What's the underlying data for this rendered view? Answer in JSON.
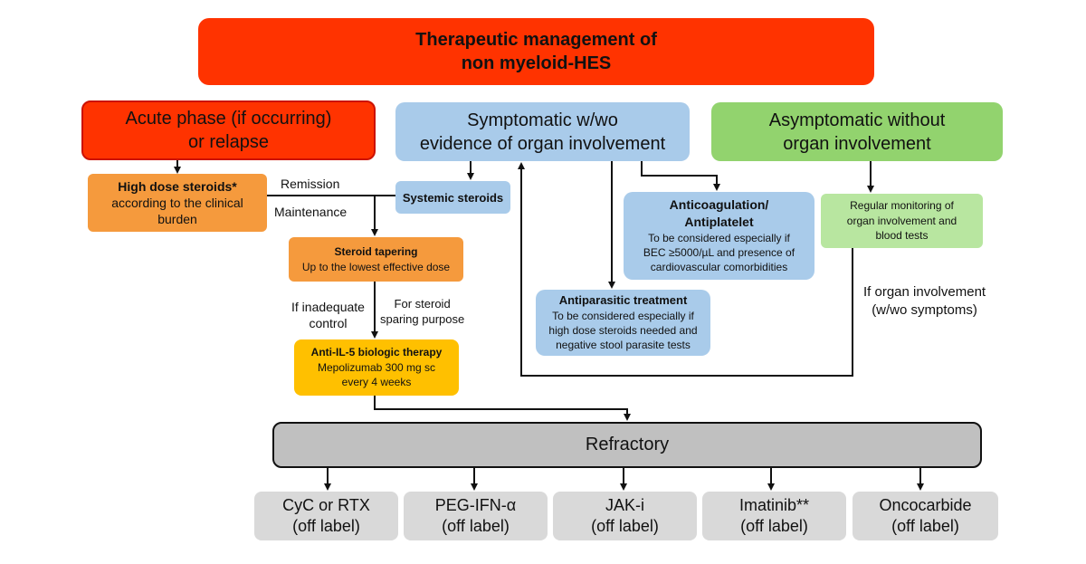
{
  "title": {
    "line1": "Therapeutic management of",
    "line2": "non myeloid-HES"
  },
  "acute": {
    "line1": "Acute phase (if occurring)",
    "line2": "or relapse"
  },
  "symptomatic": {
    "line1": "Symptomatic w/wo",
    "line2": "evidence  of organ involvement"
  },
  "asymptomatic": {
    "line1": "Asymptomatic without",
    "line2": "organ involvement"
  },
  "high_dose": {
    "title": "High dose steroids*",
    "line1": "according to the clinical",
    "line2": "burden"
  },
  "systemic_steroids": "Systemic steroids",
  "labels": {
    "remission": "Remission",
    "maintenance": "Maintenance",
    "inadequate1": "If inadequate",
    "inadequate2": "control",
    "sparing1": "For steroid",
    "sparing2": "sparing purpose",
    "organ1": "If organ involvement",
    "organ2": "(w/wo symptoms)"
  },
  "steroid_tapering": {
    "title": "Steroid tapering",
    "line1": "Up to the lowest effective dose"
  },
  "anticoag": {
    "title1": "Anticoagulation/",
    "title2": "Antiplatelet",
    "line1": "To be considered especially if",
    "line2": "BEC ≥5000/µL and presence of",
    "line3": "cardiovascular comorbidities"
  },
  "monitoring": {
    "line1": "Regular monitoring of",
    "line2": "organ involvement and",
    "line3": "blood tests"
  },
  "antiparasitic": {
    "title": "Antiparasitic treatment",
    "line1": "To be considered especially if",
    "line2": "high dose steroids needed and",
    "line3": "negative stool parasite tests"
  },
  "anti_il5": {
    "title": "Anti-IL-5 biologic therapy",
    "line1": "Mepolizumab 300 mg sc",
    "line2": "every 4 weeks"
  },
  "refractory": "Refractory",
  "options": [
    {
      "name": "CyC or RTX",
      "note": "(off label)"
    },
    {
      "name": "PEG-IFN-α",
      "note": "(off label)"
    },
    {
      "name": "JAK-i",
      "note": "(off label)"
    },
    {
      "name": "Imatinib**",
      "note": "(off label)"
    },
    {
      "name": "Oncocarbide",
      "note": "(off label)"
    }
  ],
  "colors": {
    "title": "#ff3300",
    "acute": "#ff3300",
    "blue": "#a9cbea",
    "green": "#92d36e",
    "light_green": "#b8e6a0",
    "orange": "#f59a3d",
    "yellow": "#ffc000",
    "gray": "#c0c0c0",
    "light_gray": "#d9d9d9"
  }
}
